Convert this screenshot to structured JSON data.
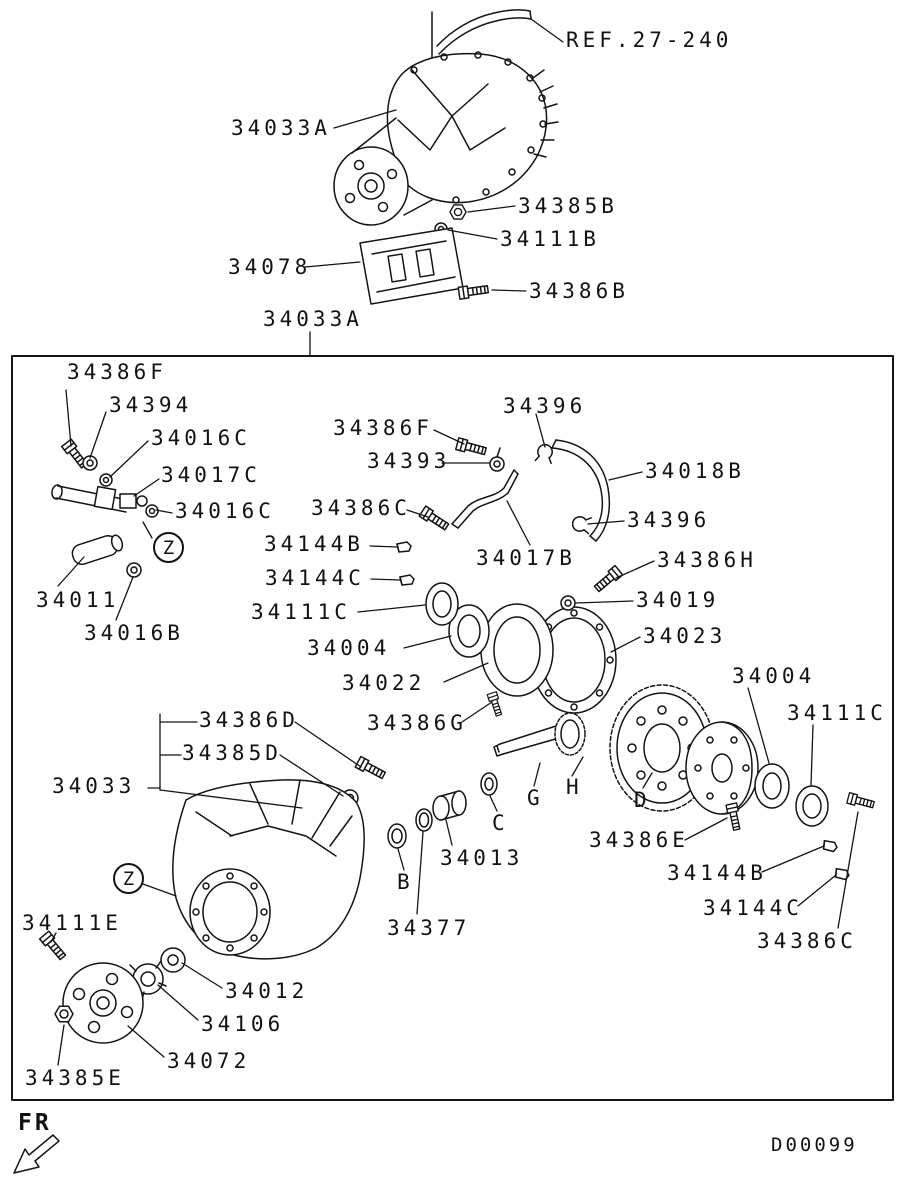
{
  "footer": {
    "doc_code": "D00099",
    "direction": "FR"
  },
  "top_assembly": {
    "ref_note": "REF.27-240",
    "callouts": [
      {
        "text": "34033A"
      },
      {
        "text": "34385B"
      },
      {
        "text": "34111B"
      },
      {
        "text": "34078"
      },
      {
        "text": "34386B"
      },
      {
        "text": "34033A"
      }
    ]
  },
  "exploded_view": {
    "callouts": [
      {
        "text": "34386F"
      },
      {
        "text": "34394"
      },
      {
        "text": "34016C"
      },
      {
        "text": "34017C"
      },
      {
        "text": "34016C"
      },
      {
        "text": "34011"
      },
      {
        "text": "34016B"
      },
      {
        "text": "34386F"
      },
      {
        "text": "34393"
      },
      {
        "text": "34396"
      },
      {
        "text": "34018B"
      },
      {
        "text": "34396"
      },
      {
        "text": "34386C"
      },
      {
        "text": "34144B"
      },
      {
        "text": "34017B"
      },
      {
        "text": "34144C"
      },
      {
        "text": "34386H"
      },
      {
        "text": "34111C"
      },
      {
        "text": "34019"
      },
      {
        "text": "34004"
      },
      {
        "text": "34023"
      },
      {
        "text": "34022"
      },
      {
        "text": "34386G"
      },
      {
        "text": "34386D"
      },
      {
        "text": "34385D"
      },
      {
        "text": "34033"
      },
      {
        "text": "34004"
      },
      {
        "text": "34111C"
      },
      {
        "text": "34386E"
      },
      {
        "text": "34013"
      },
      {
        "text": "34144B"
      },
      {
        "text": "34377"
      },
      {
        "text": "34144C"
      },
      {
        "text": "34386C"
      },
      {
        "text": "34111E"
      },
      {
        "text": "34012"
      },
      {
        "text": "34106"
      },
      {
        "text": "34072"
      },
      {
        "text": "34385E"
      }
    ],
    "section_letters": [
      {
        "text": "B"
      },
      {
        "text": "C"
      },
      {
        "text": "G"
      },
      {
        "text": "H"
      },
      {
        "text": "D"
      }
    ],
    "detail_markers": [
      {
        "text": "Z"
      },
      {
        "text": "Z"
      }
    ]
  }
}
